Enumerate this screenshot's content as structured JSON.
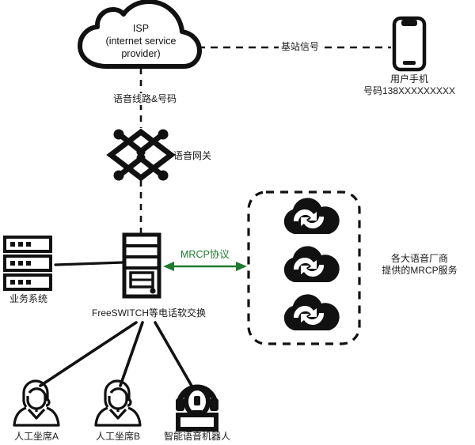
{
  "diagram": {
    "title_isp": "ISP",
    "subtitle_isp_line1": "(internet service",
    "subtitle_isp_line2": "provider)",
    "label_voice_line": "语音线路&号码",
    "label_base_station": "基站信号",
    "label_user_phone_line1": "用户手机",
    "label_user_phone_line2": "号码138XXXXXXXXX",
    "label_voice_gateway": "语音网关",
    "label_business_system": "业务系统",
    "label_freeswitch": "FreeSWITCH等电话软交换",
    "label_mrcp_protocol": "MRCP协议",
    "label_vendor_line1": "各大语音厂商",
    "label_vendor_line2": "提供的MRCP服务",
    "label_agent_a": "人工坐席A",
    "label_agent_b": "人工坐席B",
    "label_robot": "智能语音机器人",
    "icons": {
      "cloud": "cloud-icon",
      "phone": "smartphone-icon",
      "gateway": "network-gateway-icon",
      "server_rack": "server-rack-icon",
      "server_tower": "server-tower-icon",
      "cloud_sync": "cloud-sync-icon",
      "agent": "headset-agent-icon",
      "robot": "voice-robot-icon"
    },
    "colors": {
      "stroke": "#111111",
      "accent_green": "#1f7a2e",
      "background": "#ffffff"
    }
  }
}
